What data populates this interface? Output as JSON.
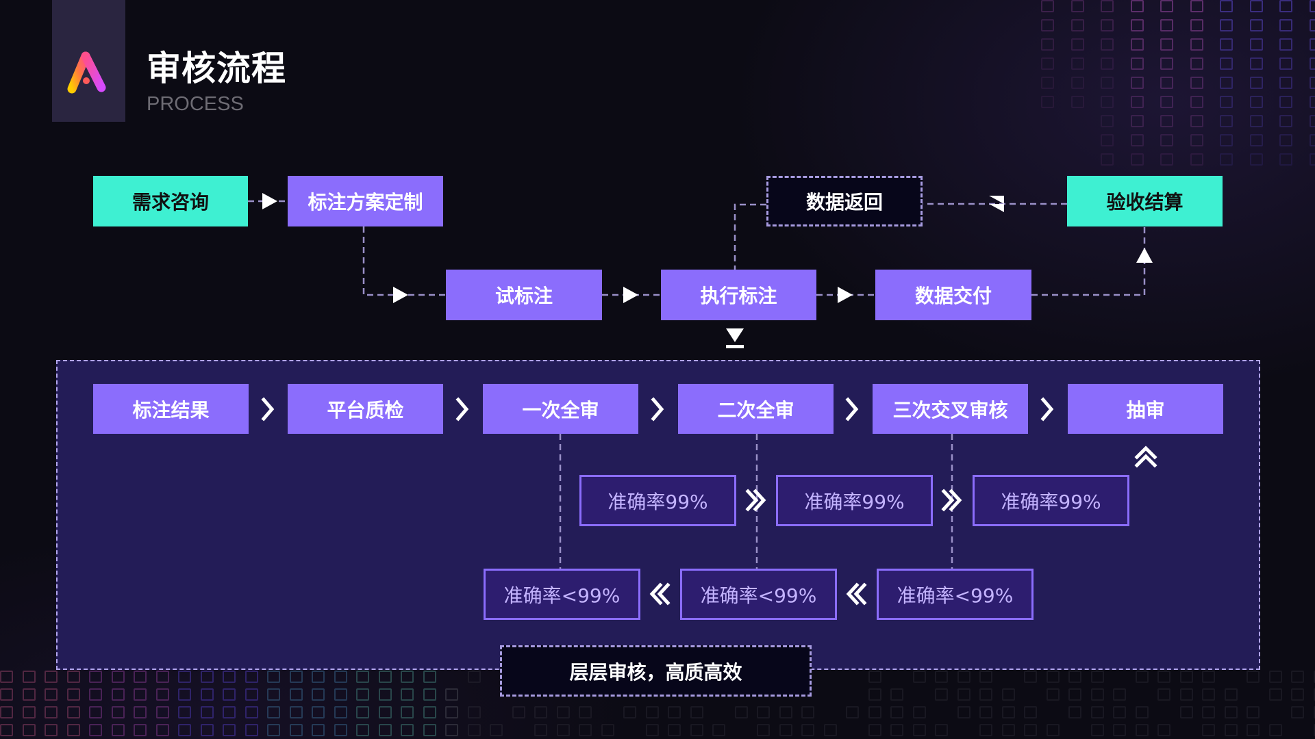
{
  "header": {
    "title": "审核流程",
    "subtitle": "PROCESS",
    "logo": "ai-logo-icon"
  },
  "colors": {
    "teal": "#3ef0d2",
    "purple": "#8b6dfc",
    "panel": "#231c57",
    "accuracy_fill": "#2d1d6f",
    "accuracy_text": "#c4b4ff",
    "dash": "#a79be0"
  },
  "flow": {
    "top": [
      {
        "id": "demand",
        "label": "需求咨询"
      },
      {
        "id": "scheme",
        "label": "标注方案定制"
      },
      {
        "id": "return",
        "label": "数据返回"
      },
      {
        "id": "settle",
        "label": "验收结算"
      }
    ],
    "middle": [
      {
        "id": "trial",
        "label": "试标注"
      },
      {
        "id": "execute",
        "label": "执行标注"
      },
      {
        "id": "deliver",
        "label": "数据交付"
      }
    ]
  },
  "review": {
    "steps": [
      {
        "label": "标注结果"
      },
      {
        "label": "平台质检"
      },
      {
        "label": "一次全审"
      },
      {
        "label": "二次全审"
      },
      {
        "label": "三次交叉审核"
      },
      {
        "label": "抽审"
      }
    ],
    "pass": [
      {
        "label": "准确率99%"
      },
      {
        "label": "准确率99%"
      },
      {
        "label": "准确率99%"
      }
    ],
    "fail": [
      {
        "label": "准确率<99%"
      },
      {
        "label": "准确率<99%"
      },
      {
        "label": "准确率<99%"
      }
    ],
    "footer": "层层审核，高质高效"
  }
}
